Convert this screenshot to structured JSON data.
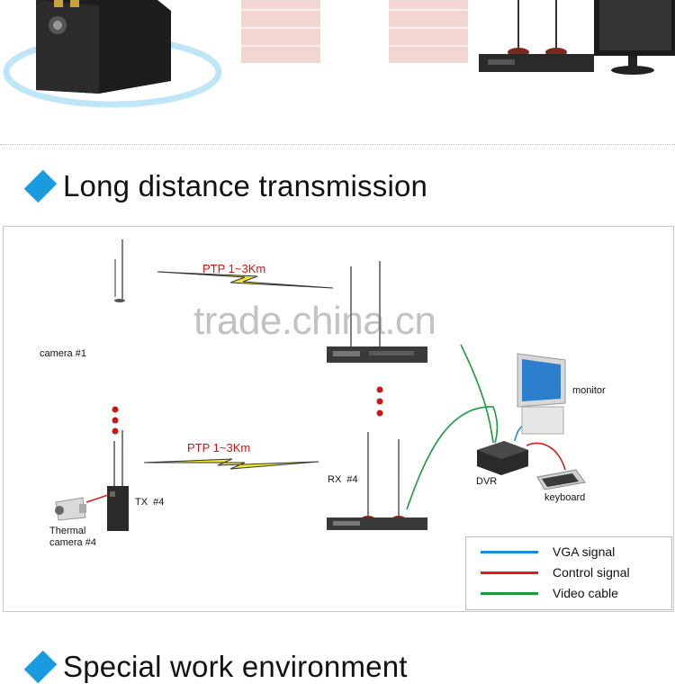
{
  "sections": {
    "long_distance": "Long distance transmission",
    "special_env": "Special work environment"
  },
  "diagram": {
    "link1_label": "PTP 1~3Km",
    "link2_label": "PTP 1~3Km",
    "camera1_label": "camera #1",
    "thermal_label_line1": "Thermal",
    "thermal_label_line2": "camera #4",
    "tx_label": "TX  #4",
    "rx_label": "RX  #4",
    "dvr_label": "DVR",
    "keyboard_label": "keyboard",
    "monitor_label": "monitor",
    "watermark": "trade.china.cn"
  },
  "legend": [
    {
      "label": "VGA signal",
      "color": "#1a8fd6"
    },
    {
      "label": "Control signal",
      "color": "#d82020"
    },
    {
      "label": "Video cable",
      "color": "#1a9a3a"
    }
  ]
}
